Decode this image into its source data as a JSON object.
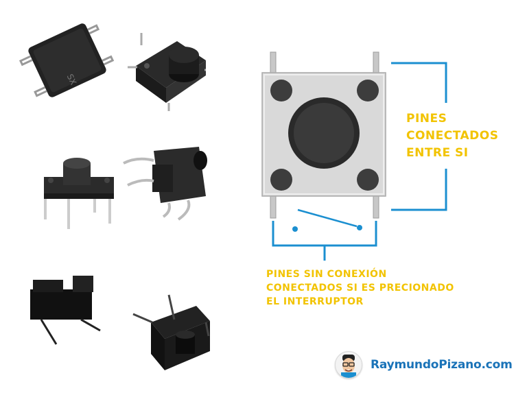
{
  "diagram": {
    "connected_pins_label": [
      "PINES",
      "CONECTADOS",
      "ENTRE SI"
    ],
    "unconnected_pins_label": [
      "PINES SIN CONEXIÓN",
      "CONECTADOS SI ES PRECIONADO",
      "EL INTERRUPTOR"
    ]
  },
  "brand": {
    "site": "RaymundoPizano.com"
  },
  "colors": {
    "accent_yellow": "#f2c300",
    "bracket_blue": "#1b8fd0",
    "brand_blue": "#1a73b8",
    "switch_body": "#d9d9d9"
  },
  "icons": {
    "avatar": "cartoon-face-icon"
  }
}
